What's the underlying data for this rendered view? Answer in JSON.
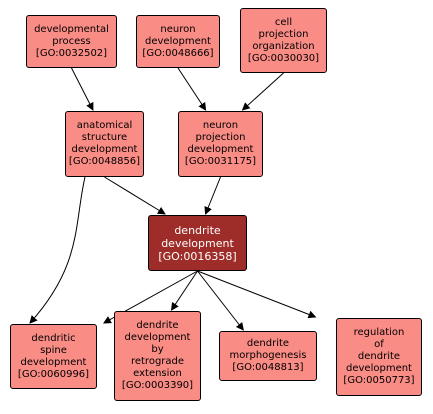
{
  "colors": {
    "node_fill": "#fa8c86",
    "focus_fill": "#9e2d2a",
    "focus_text": "#ffffff",
    "edge": "#000000"
  },
  "nodes": {
    "developmental_process": {
      "lines": [
        "developmental",
        "process",
        "[GO:0032502]"
      ]
    },
    "neuron_development": {
      "lines": [
        "neuron",
        "development",
        "[GO:0048666]"
      ]
    },
    "cell_projection_organization": {
      "lines": [
        "cell",
        "projection",
        "organization",
        "[GO:0030030]"
      ]
    },
    "anatomical_structure_development": {
      "lines": [
        "anatomical",
        "structure",
        "development",
        "[GO:0048856]"
      ]
    },
    "neuron_projection_development": {
      "lines": [
        "neuron",
        "projection",
        "development",
        "[GO:0031175]"
      ]
    },
    "dendrite_development": {
      "lines": [
        "dendrite",
        "development",
        "[GO:0016358]"
      ]
    },
    "dendritic_spine_development": {
      "lines": [
        "dendritic",
        "spine",
        "development",
        "[GO:0060996]"
      ]
    },
    "dendrite_development_by_retrograde_extension": {
      "lines": [
        "dendrite",
        "development",
        "by",
        "retrograde",
        "extension",
        "[GO:0003390]"
      ]
    },
    "dendrite_morphogenesis": {
      "lines": [
        "dendrite",
        "morphogenesis",
        "[GO:0048813]"
      ]
    },
    "regulation_of_dendrite_development": {
      "lines": [
        "regulation",
        "of",
        "dendrite",
        "development",
        "[GO:0050773]"
      ]
    }
  },
  "edges": [
    [
      "developmental_process",
      "anatomical_structure_development"
    ],
    [
      "neuron_development",
      "neuron_projection_development"
    ],
    [
      "cell_projection_organization",
      "neuron_projection_development"
    ],
    [
      "anatomical_structure_development",
      "dendrite_development"
    ],
    [
      "anatomical_structure_development",
      "dendritic_spine_development"
    ],
    [
      "neuron_projection_development",
      "dendrite_development"
    ],
    [
      "dendrite_development",
      "dendritic_spine_development"
    ],
    [
      "dendrite_development",
      "dendrite_development_by_retrograde_extension"
    ],
    [
      "dendrite_development",
      "dendrite_morphogenesis"
    ],
    [
      "dendrite_development",
      "regulation_of_dendrite_development"
    ]
  ]
}
